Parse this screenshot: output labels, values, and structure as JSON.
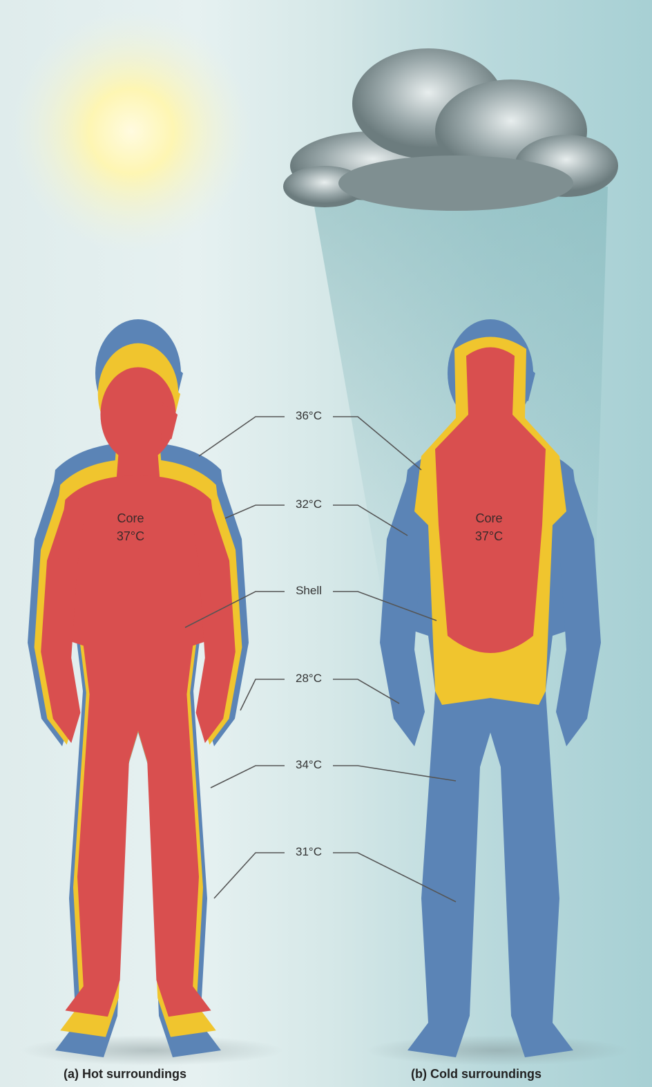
{
  "labels": [
    "36°C",
    "32°C",
    "Shell",
    "28°C",
    "34°C",
    "31°C"
  ],
  "hot": {
    "core": "Core",
    "core_temp": "37°C",
    "caption": "(a) Hot surroundings"
  },
  "cold": {
    "core": "Core",
    "core_temp": "37°C",
    "caption": "(b)  Cold surroundings"
  },
  "colors": {
    "shell_outer": "#5b84b6",
    "shell_mid": "#f0c52e",
    "core": "#d94f4f",
    "leader": "#555555",
    "sun": "#fff6b0",
    "cloud": "#8a9a9c"
  },
  "icons": [
    "sun-icon",
    "cloud-icon",
    "rain-icon"
  ]
}
